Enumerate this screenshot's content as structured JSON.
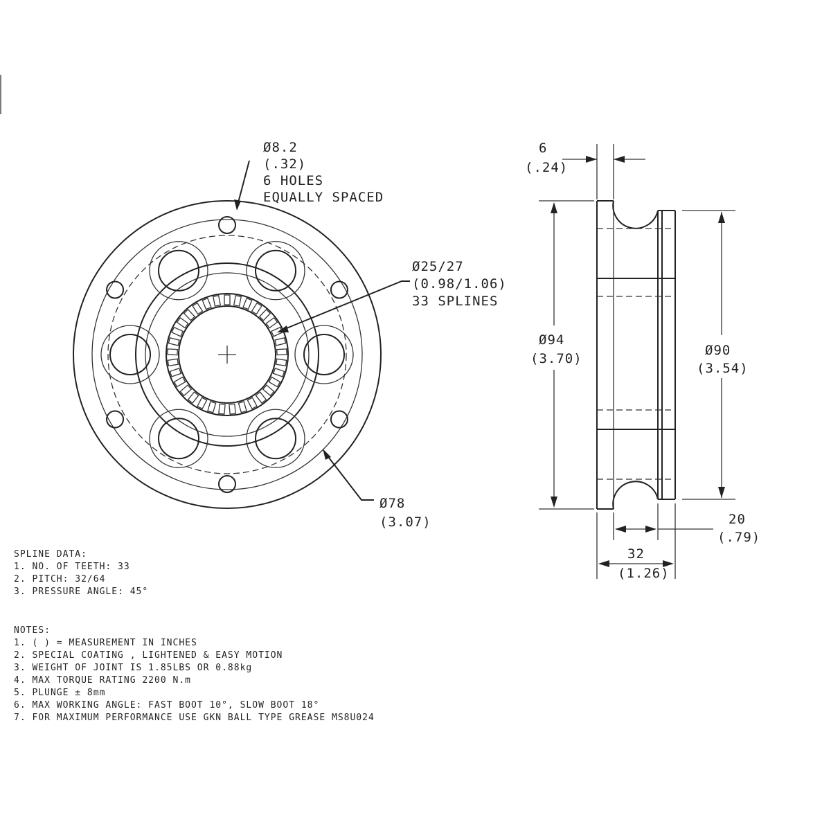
{
  "front_view": {
    "hole_callout": [
      "Ø8.2",
      "(.32)",
      "6 HOLES",
      "EQUALLY SPACED"
    ],
    "spline_callout": [
      "Ø25/27",
      "(0.98/1.06)",
      "33 SPLINES"
    ],
    "outer_callout": [
      "Ø78",
      "(3.07)"
    ]
  },
  "side_view": {
    "top_width": [
      "6",
      "(.24)"
    ],
    "left_height": [
      "Ø94",
      "(3.70)"
    ],
    "right_height": [
      "Ø90",
      "(3.54)"
    ],
    "right_width": [
      "20",
      "(.79)"
    ],
    "bottom_width": [
      "32",
      "(1.26)"
    ]
  },
  "spline_data": {
    "heading": "SPLINE DATA:",
    "items": [
      "1. NO. OF TEETH: 33",
      "2. PITCH: 32/64",
      "3. PRESSURE ANGLE: 45°"
    ]
  },
  "notes": {
    "heading": "NOTES:",
    "items": [
      "1. ( ) = MEASUREMENT IN INCHES",
      "2. SPECIAL COATING , LIGHTENED & EASY MOTION",
      "3. WEIGHT OF JOINT IS 1.85LBS OR 0.88kg",
      "4. MAX TORQUE RATING 2200 N.m",
      "5. PLUNGE ± 8mm",
      "6. MAX WORKING ANGLE: FAST BOOT 10°, SLOW BOOT 18°",
      "7. FOR MAXIMUM PERFORMANCE USE GKN BALL TYPE GREASE MS8U024"
    ]
  }
}
